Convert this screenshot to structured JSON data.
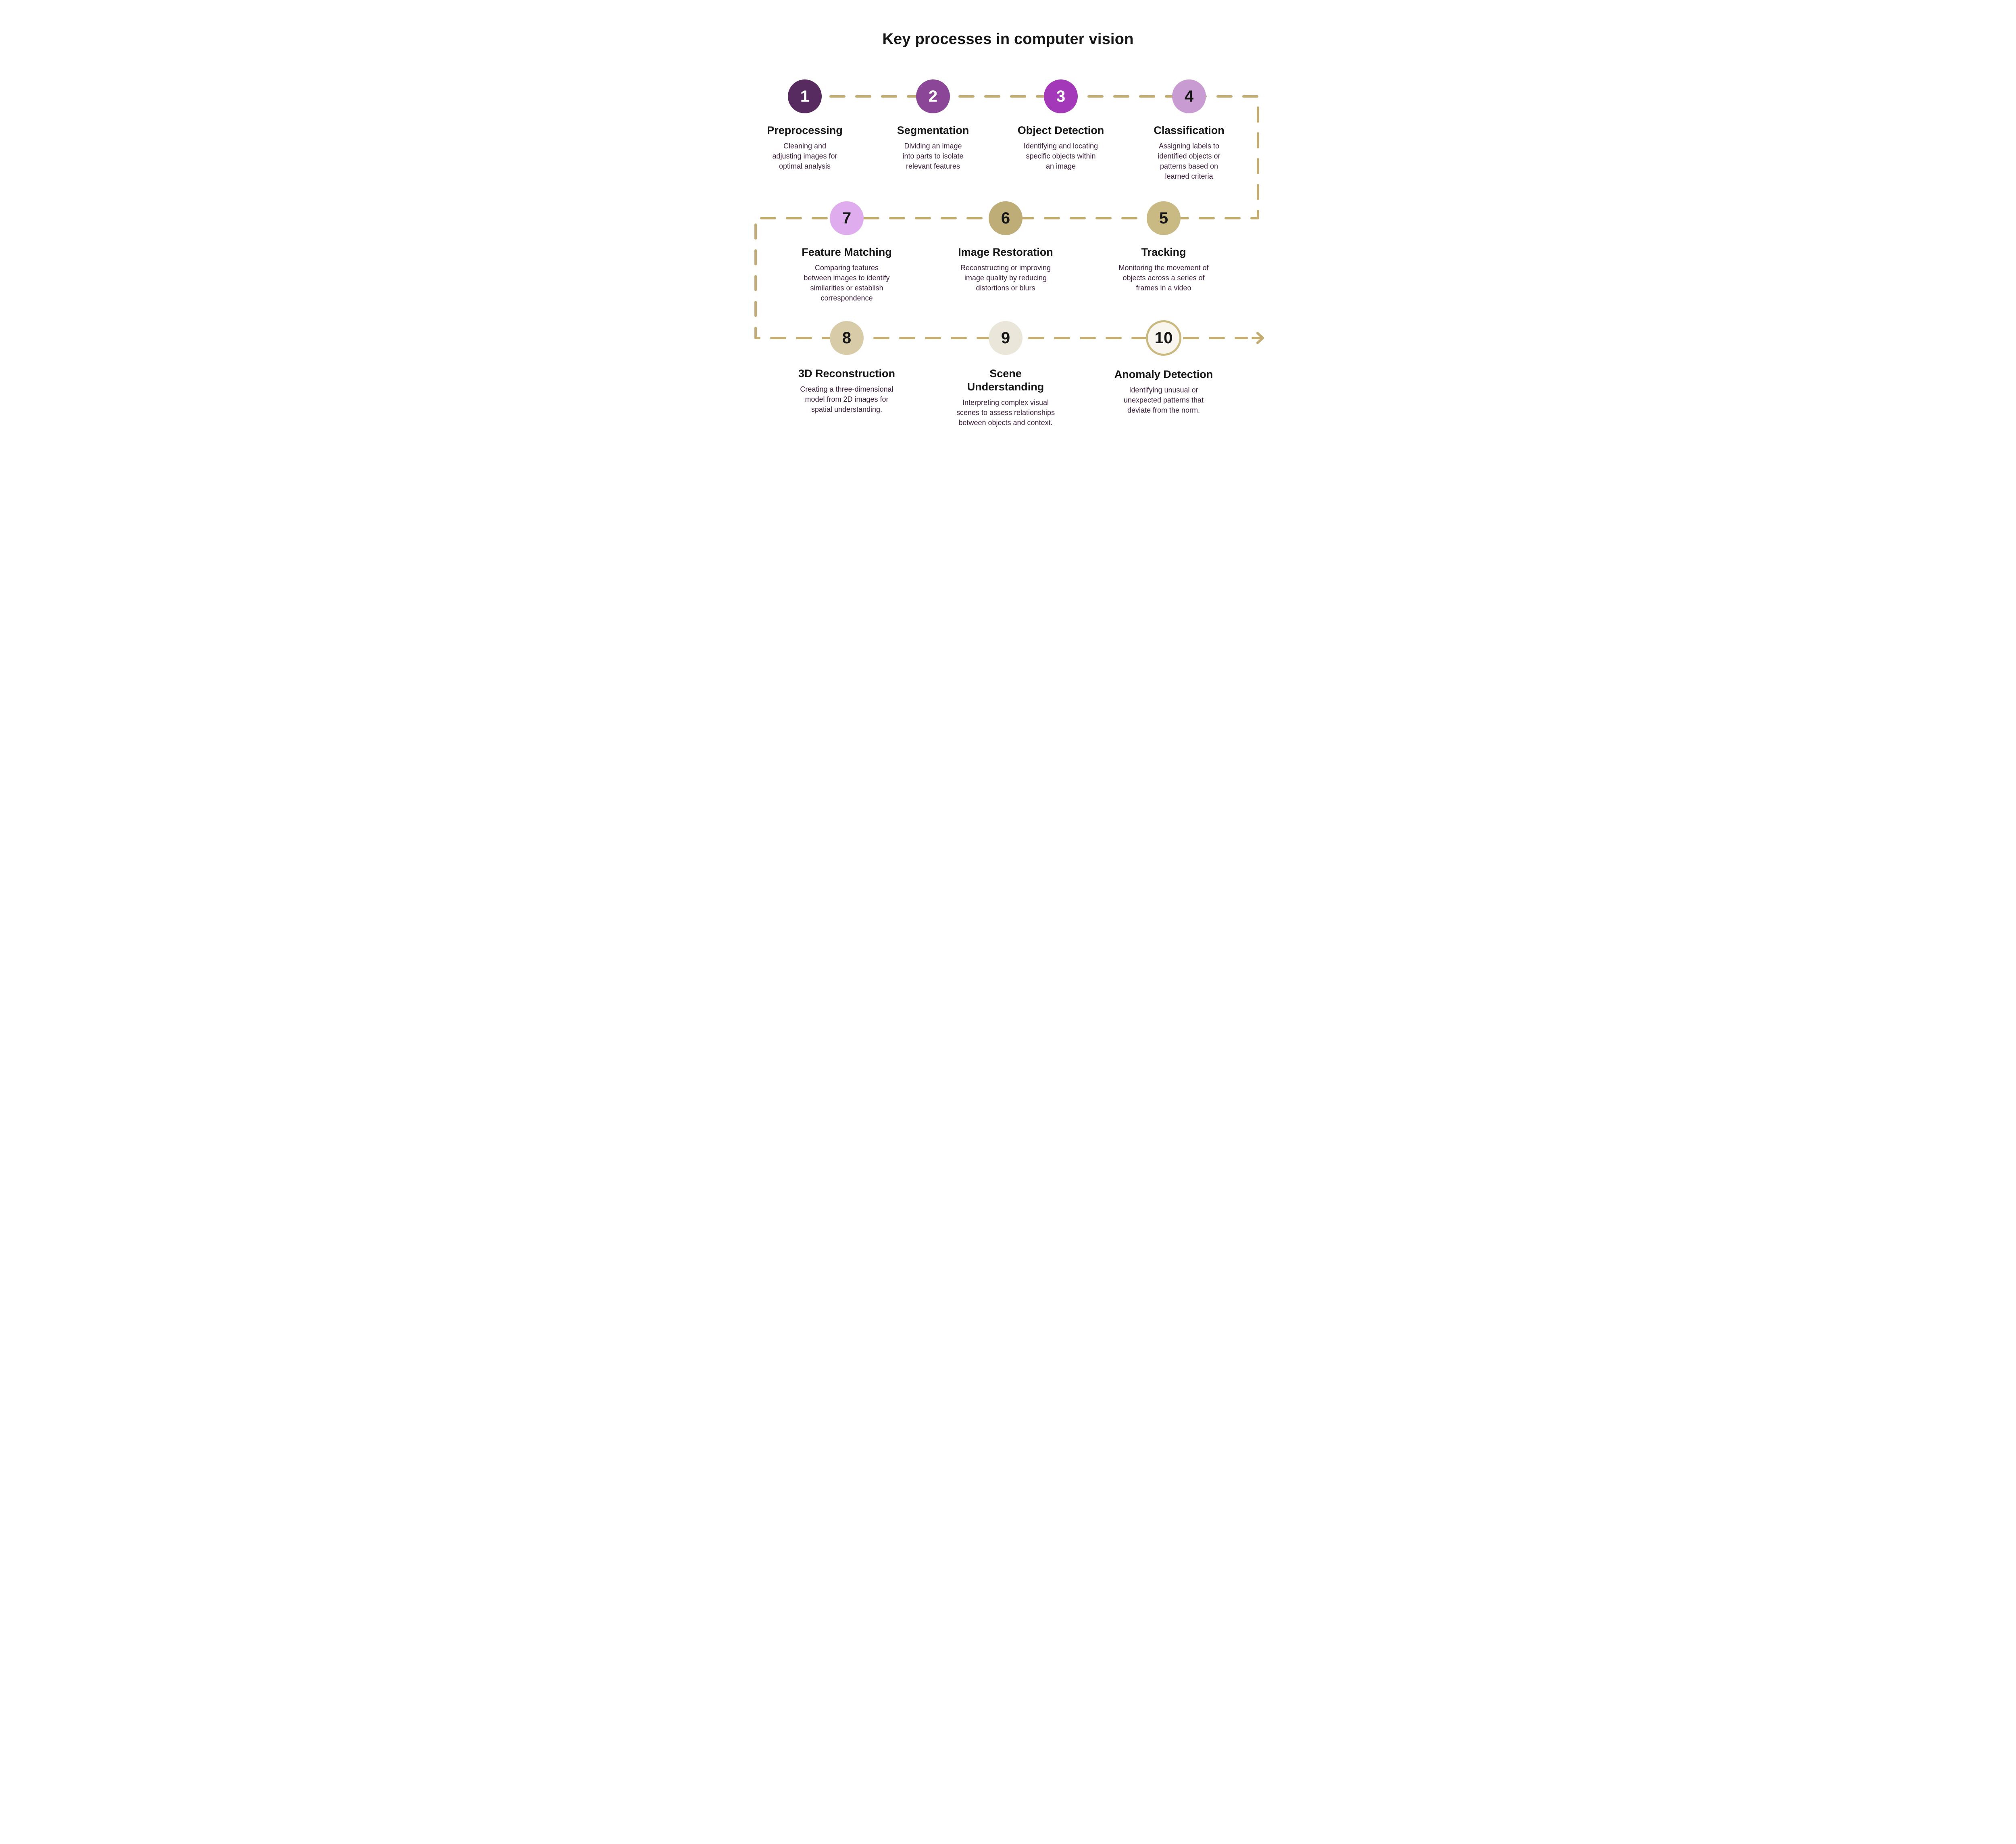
{
  "title": "Key processes in computer vision",
  "colors": {
    "background": "#FFFFFF",
    "connector": "#C5AD72",
    "heading": "#161616",
    "description": "#3F1F3E"
  },
  "processes": [
    {
      "number": "1",
      "title": "Preprocessing",
      "description": "Cleaning and\nadjusting images for\noptimal analysis",
      "circle_color": "#582B60",
      "number_color": "#FFFFFF"
    },
    {
      "number": "2",
      "title": "Segmentation",
      "description": "Dividing an image\ninto parts to isolate\nrelevant features",
      "circle_color": "#8B4697",
      "number_color": "#FFFFFF"
    },
    {
      "number": "3",
      "title": "Object Detection",
      "description": "Identifying and locating\nspecific objects within\nan image",
      "circle_color": "#A338B8",
      "number_color": "#FFFFFF"
    },
    {
      "number": "4",
      "title": "Classification",
      "description": "Assigning labels to\nidentified objects or\npatterns based on\nlearned criteria",
      "circle_color": "#C99BD3",
      "number_color": "#161616"
    },
    {
      "number": "5",
      "title": "Tracking",
      "description": "Monitoring the movement of\nobjects across a series of\nframes in a video",
      "circle_color": "#C9BA84",
      "number_color": "#161616"
    },
    {
      "number": "6",
      "title": "Image Restoration",
      "description": "Reconstructing or improving\nimage quality by reducing\ndistortions or blurs",
      "circle_color": "#BFAD78",
      "number_color": "#161616"
    },
    {
      "number": "7",
      "title": "Feature Matching",
      "description": "Comparing features\nbetween images to identify\nsimilarities or establish\ncorrespondence",
      "circle_color": "#DFADEE",
      "number_color": "#161616"
    },
    {
      "number": "8",
      "title": "3D Reconstruction",
      "description": "Creating a three-dimensional\nmodel from 2D images for\nspatial understanding.",
      "circle_color": "#D8CCA8",
      "number_color": "#161616"
    },
    {
      "number": "9",
      "title": "Scene\nUnderstanding",
      "description": "Interpreting complex visual\nscenes to assess relationships\nbetween objects and context.",
      "circle_color": "#EAE6D9",
      "number_color": "#161616"
    },
    {
      "number": "10",
      "title": "Anomaly Detection",
      "description": "Identifying unusual or\nunexpected patterns that\ndeviate from the norm.",
      "circle_color": "#F8F6EF",
      "number_color": "#161616",
      "circle_border_color": "#C9B97E"
    }
  ]
}
